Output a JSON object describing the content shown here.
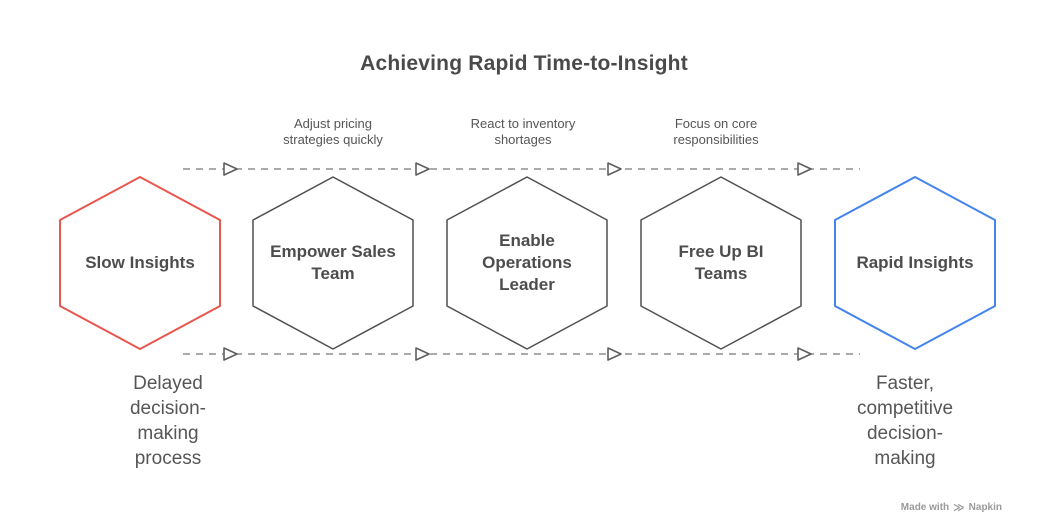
{
  "title": "Achieving Rapid Time-to-Insight",
  "arrow_labels": [
    {
      "text": "Adjust pricing\nstrategies quickly"
    },
    {
      "text": "React to inventory\nshortages"
    },
    {
      "text": "Focus on core\nresponsibilities"
    }
  ],
  "hexagons": [
    {
      "label": "Slow Insights",
      "border_color": "#e8564e"
    },
    {
      "label": "Empower Sales\nTeam",
      "border_color": "#4f4f4f"
    },
    {
      "label": "Enable\nOperations\nLeader",
      "border_color": "#4f4f4f"
    },
    {
      "label": "Free Up BI\nTeams",
      "border_color": "#4f4f4f"
    },
    {
      "label": "Rapid Insights",
      "border_color": "#4484ee"
    }
  ],
  "captions": {
    "left": "Delayed\ndecision-\nmaking\nprocess",
    "right": "Faster,\ncompetitive\ndecision-\nmaking"
  },
  "watermark": {
    "prefix": "Made with",
    "brand": "Napkin",
    "logo_glyph": "≫"
  },
  "colors": {
    "background": "#ffffff",
    "title_text": "#4a4a4a",
    "hexagon_text": "#4d4d4d",
    "secondary_text": "#565656",
    "dashed_line": "#8e8e8e",
    "arrowhead_stroke": "#5f5f5f",
    "red_accent": "#e8564e",
    "blue_accent": "#4484ee",
    "watermark_text": "#9a9a9a"
  }
}
